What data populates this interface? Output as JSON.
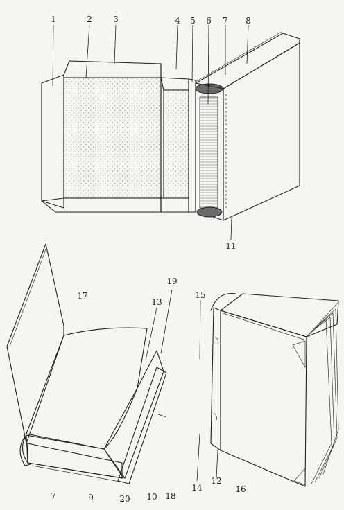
{
  "figures": [
    {
      "id": "top-exploded",
      "description_type": "book-construction-exploded"
    },
    {
      "id": "bottom-left-open-book",
      "description_type": "open-book"
    },
    {
      "id": "bottom-right-closed-book",
      "description_type": "closed-book"
    }
  ],
  "callouts": {
    "c1": "1",
    "c2": "2",
    "c3": "3",
    "c4": "4",
    "c5": "5",
    "c6": "6",
    "c7": "7",
    "c8": "8",
    "c9": "9",
    "c10": "10",
    "c11": "11",
    "c12": "12",
    "c13": "13",
    "c14": "14",
    "c15": "15",
    "c16": "16",
    "c17": "17",
    "c18": "18",
    "c19": "19",
    "c20": "20",
    "c7b": "7"
  }
}
